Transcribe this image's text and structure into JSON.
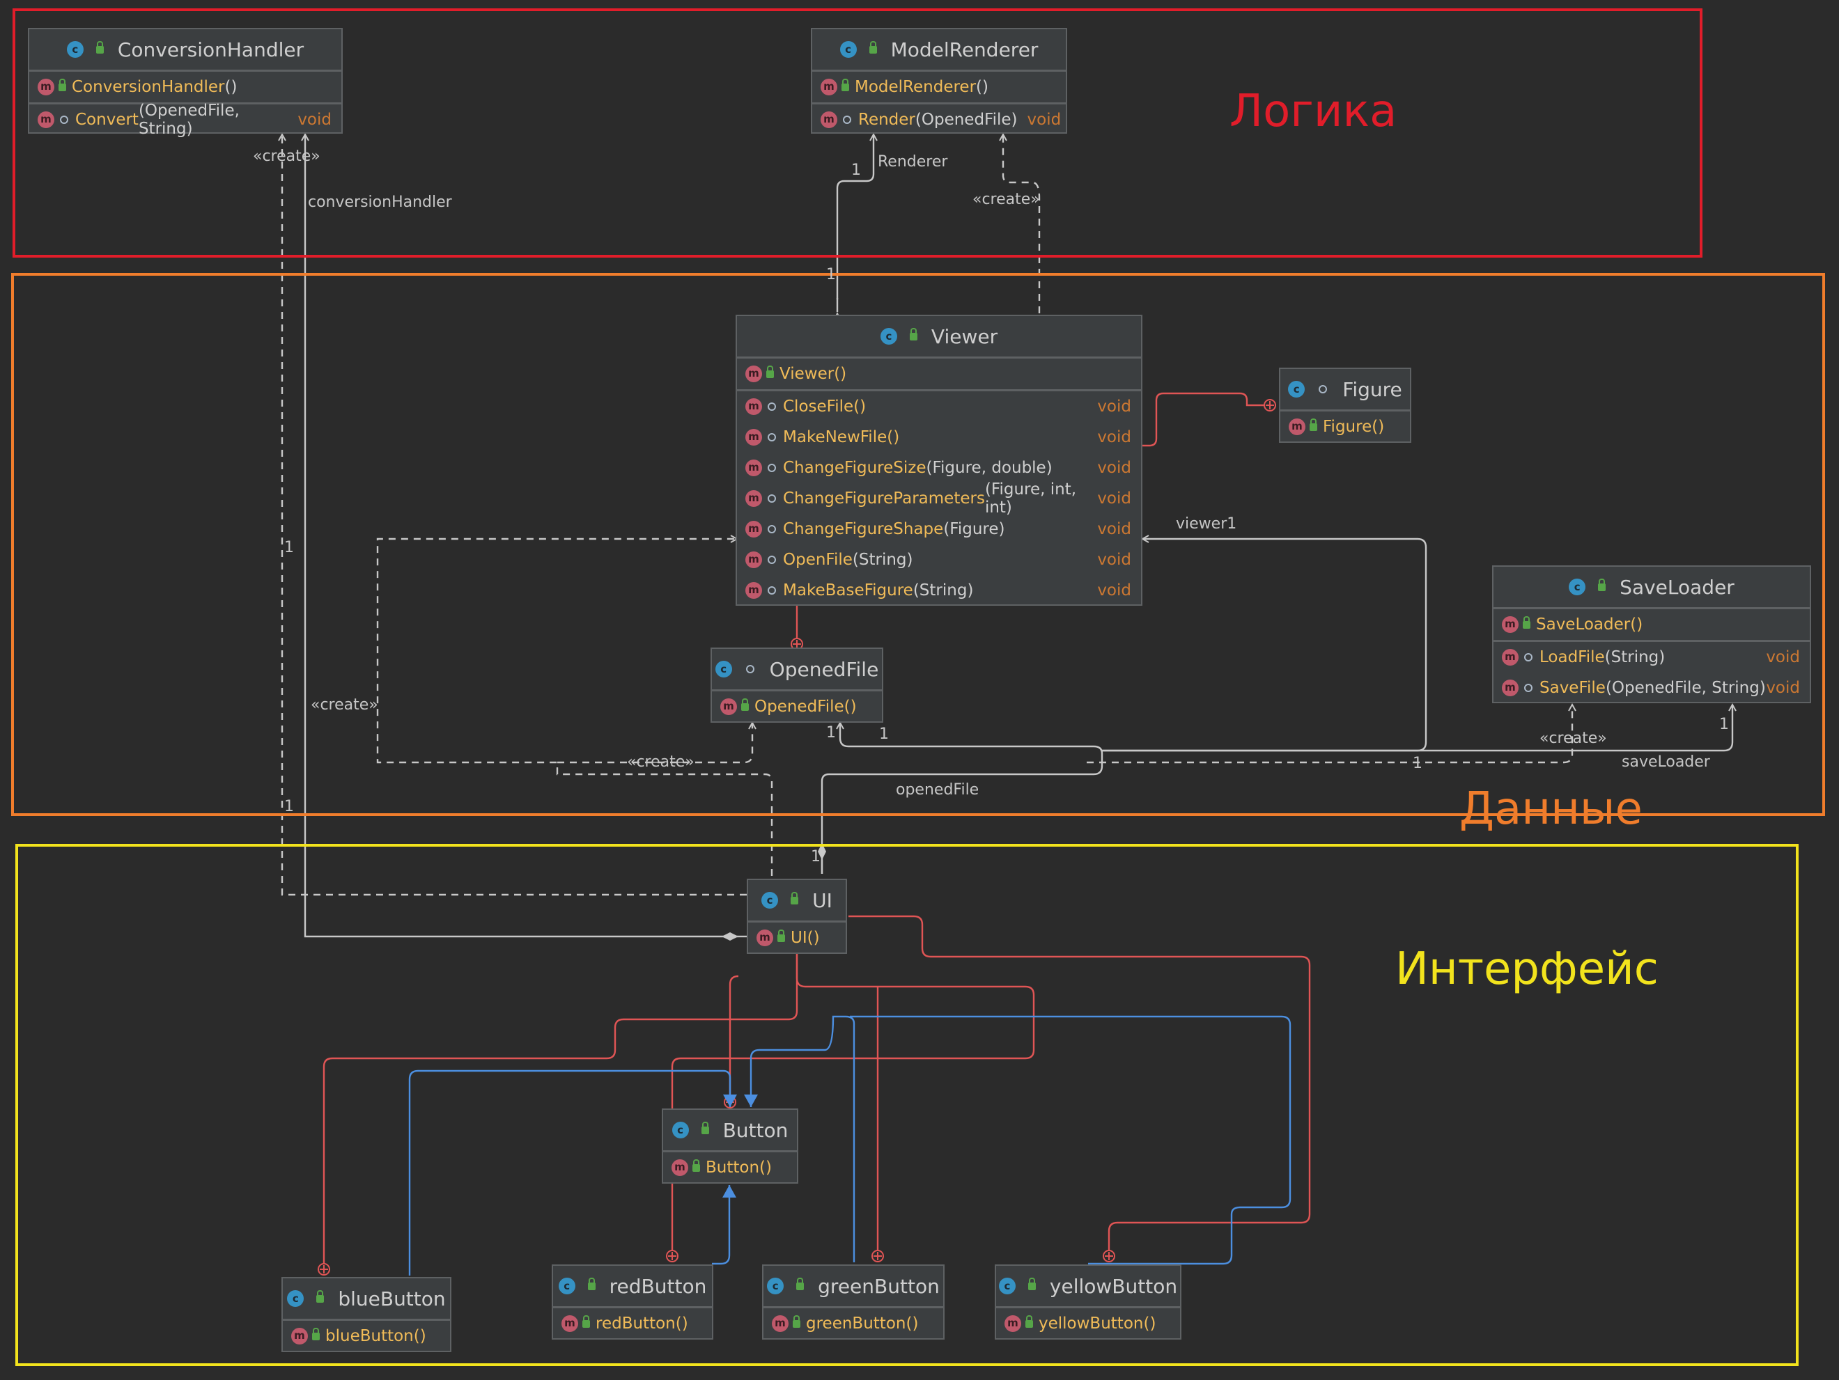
{
  "zones": [
    {
      "title": "Логика",
      "color": "#e11d2a"
    },
    {
      "title": "Данные",
      "color": "#f07d2c"
    },
    {
      "title": "Интерфейс",
      "color": "#f2e31d"
    }
  ],
  "classes": {
    "ConversionHandler": {
      "name": "ConversionHandler",
      "methods": [
        {
          "name": "ConversionHandler",
          "params": "()",
          "ret": ""
        },
        {
          "name": "Convert",
          "params": "(OpenedFile, String)",
          "ret": "void"
        }
      ]
    },
    "ModelRenderer": {
      "name": "ModelRenderer",
      "methods": [
        {
          "name": "ModelRenderer",
          "params": "()",
          "ret": ""
        },
        {
          "name": "Render",
          "params": "(OpenedFile)",
          "ret": "void"
        }
      ]
    },
    "Viewer": {
      "name": "Viewer",
      "methods": [
        {
          "name": "Viewer",
          "params": "()",
          "ret": ""
        },
        {
          "name": "CloseFile",
          "params": "()",
          "ret": "void"
        },
        {
          "name": "MakeNewFile",
          "params": "()",
          "ret": "void"
        },
        {
          "name": "ChangeFigureSize",
          "params": "(Figure, double)",
          "ret": "void"
        },
        {
          "name": "ChangeFigureParameters",
          "params": "(Figure, int, int)",
          "ret": "void"
        },
        {
          "name": "ChangeFigureShape",
          "params": "(Figure)",
          "ret": "void"
        },
        {
          "name": "OpenFile",
          "params": "(String)",
          "ret": "void"
        },
        {
          "name": "MakeBaseFigure",
          "params": "(String)",
          "ret": "void"
        }
      ]
    },
    "Figure": {
      "name": "Figure",
      "methods": [
        {
          "name": "Figure",
          "params": "()",
          "ret": ""
        }
      ]
    },
    "SaveLoader": {
      "name": "SaveLoader",
      "methods": [
        {
          "name": "SaveLoader",
          "params": "()",
          "ret": ""
        },
        {
          "name": "LoadFile",
          "params": "(String)",
          "ret": "void"
        },
        {
          "name": "SaveFile",
          "params": "(OpenedFile, String)",
          "ret": "void"
        }
      ]
    },
    "OpenedFile": {
      "name": "OpenedFile",
      "methods": [
        {
          "name": "OpenedFile",
          "params": "()",
          "ret": ""
        }
      ]
    },
    "UI": {
      "name": "UI",
      "methods": [
        {
          "name": "UI",
          "params": "()",
          "ret": ""
        }
      ]
    },
    "Button": {
      "name": "Button",
      "methods": [
        {
          "name": "Button",
          "params": "()",
          "ret": ""
        }
      ]
    },
    "blueButton": {
      "name": "blueButton",
      "methods": [
        {
          "name": "blueButton",
          "params": "()",
          "ret": ""
        }
      ]
    },
    "redButton": {
      "name": "redButton",
      "methods": [
        {
          "name": "redButton",
          "params": "()",
          "ret": ""
        }
      ]
    },
    "greenButton": {
      "name": "greenButton",
      "methods": [
        {
          "name": "greenButton",
          "params": "()",
          "ret": ""
        }
      ]
    },
    "yellowButton": {
      "name": "yellowButton",
      "methods": [
        {
          "name": "yellowButton",
          "params": "()",
          "ret": ""
        }
      ]
    }
  },
  "labels": {
    "create": "«create»",
    "conversionHandler": "conversionHandler",
    "renderer": "Renderer",
    "viewer1": "viewer1",
    "openedFile": "openedFile",
    "saveLoader": "saveLoader",
    "one": "1"
  },
  "icons": {
    "class": "class-c-icon",
    "method": "method-m-icon",
    "public": "public-lock-icon",
    "package": "package-dot-icon"
  },
  "colors": {
    "background": "#2b2b2b",
    "box": "#3b3e40",
    "method": "#f0bb58",
    "returnType": "#cc7832",
    "nested": "#e05555",
    "inherit": "#4c8fe0",
    "assoc": "#c8c8c8"
  }
}
